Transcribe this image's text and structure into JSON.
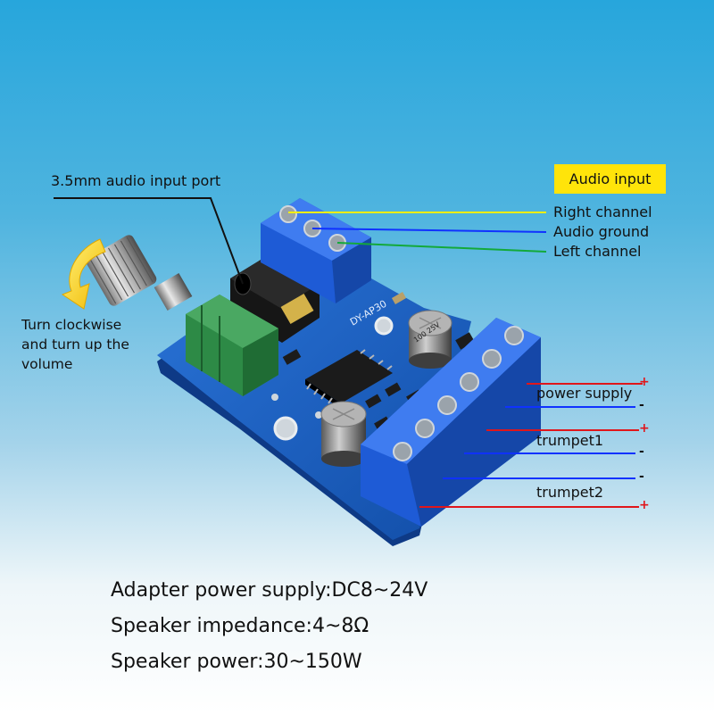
{
  "labels": {
    "audio_port": "3.5mm audio input port",
    "turn_line1": "Turn clockwise",
    "turn_line2": "and turn up the",
    "turn_line3": "volume",
    "audio_input": "Audio input",
    "right_channel": "Right channel",
    "audio_ground": "Audio ground",
    "left_channel": "Left channel",
    "power_supply": "power supply",
    "trumpet1": "trumpet1",
    "trumpet2": "trumpet2",
    "plus": "+",
    "minus": "-"
  },
  "board": {
    "silkscreen": "DY-AP30",
    "capacitor_text": "100 25V"
  },
  "specs": [
    "Adapter power supply:DC8~24V",
    "Speaker impedance:4~8Ω",
    "Speaker power:30~150W"
  ],
  "colors": {
    "pcb": "#1a5fc4",
    "terminal": "#1e5bd6",
    "knob_body": "#2e8a45",
    "label_badge": "#ffe40a",
    "line_yellow": "#f4ee00",
    "line_blue": "#1032ff",
    "line_green": "#13a93a",
    "line_red": "#e0161b"
  }
}
